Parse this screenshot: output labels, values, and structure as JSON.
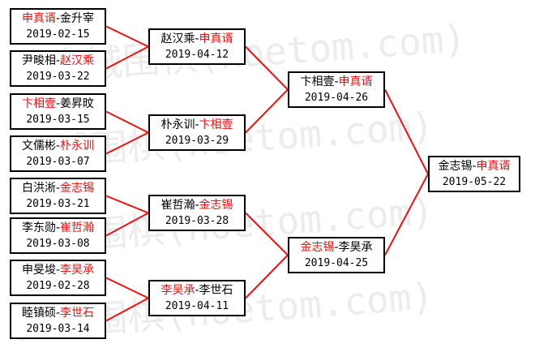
{
  "watermark": {
    "text": "弈城围棋(hoetom.com)",
    "color": "#ececec"
  },
  "colors": {
    "winner": "#ee1111",
    "text": "#000000",
    "connector": "#ee1111",
    "border": "#000000"
  },
  "separator": "-",
  "round1": [
    {
      "p1": "申真谞",
      "p2": "金升宰",
      "winner": "p1",
      "date": "2019-02-15"
    },
    {
      "p1": "尹畯相",
      "p2": "赵汉乘",
      "winner": "p2",
      "date": "2019-03-22"
    },
    {
      "p1": "卞相壹",
      "p2": "姜昇旼",
      "winner": "p1",
      "date": "2019-03-15"
    },
    {
      "p1": "文儒彬",
      "p2": "朴永训",
      "winner": "p2",
      "date": "2019-03-07"
    },
    {
      "p1": "白洪淅",
      "p2": "金志锡",
      "winner": "p2",
      "date": "2019-03-21"
    },
    {
      "p1": "李东勋",
      "p2": "崔哲瀚",
      "winner": "p2",
      "date": "2019-03-08"
    },
    {
      "p1": "申旻埈",
      "p2": "李昊承",
      "winner": "p2",
      "date": "2019-02-28"
    },
    {
      "p1": "睦镇硕",
      "p2": "李世石",
      "winner": "p2",
      "date": "2019-03-14"
    }
  ],
  "round2": [
    {
      "p1": "赵汉乘",
      "p2": "申真谞",
      "winner": "p2",
      "date": "2019-04-12"
    },
    {
      "p1": "朴永训",
      "p2": "卞相壹",
      "winner": "p2",
      "date": "2019-03-29"
    },
    {
      "p1": "崔哲瀚",
      "p2": "金志锡",
      "winner": "p2",
      "date": "2019-03-28"
    },
    {
      "p1": "李昊承",
      "p2": "李世石",
      "winner": "p1",
      "date": "2019-04-11"
    }
  ],
  "round3": [
    {
      "p1": "卞相壹",
      "p2": "申真谞",
      "winner": "p2",
      "date": "2019-04-26"
    },
    {
      "p1": "金志锡",
      "p2": "李昊承",
      "winner": "p1",
      "date": "2019-04-25"
    }
  ],
  "final": [
    {
      "p1": "金志锡",
      "p2": "申真谞",
      "winner": "p2",
      "date": "2019-05-22"
    }
  ]
}
